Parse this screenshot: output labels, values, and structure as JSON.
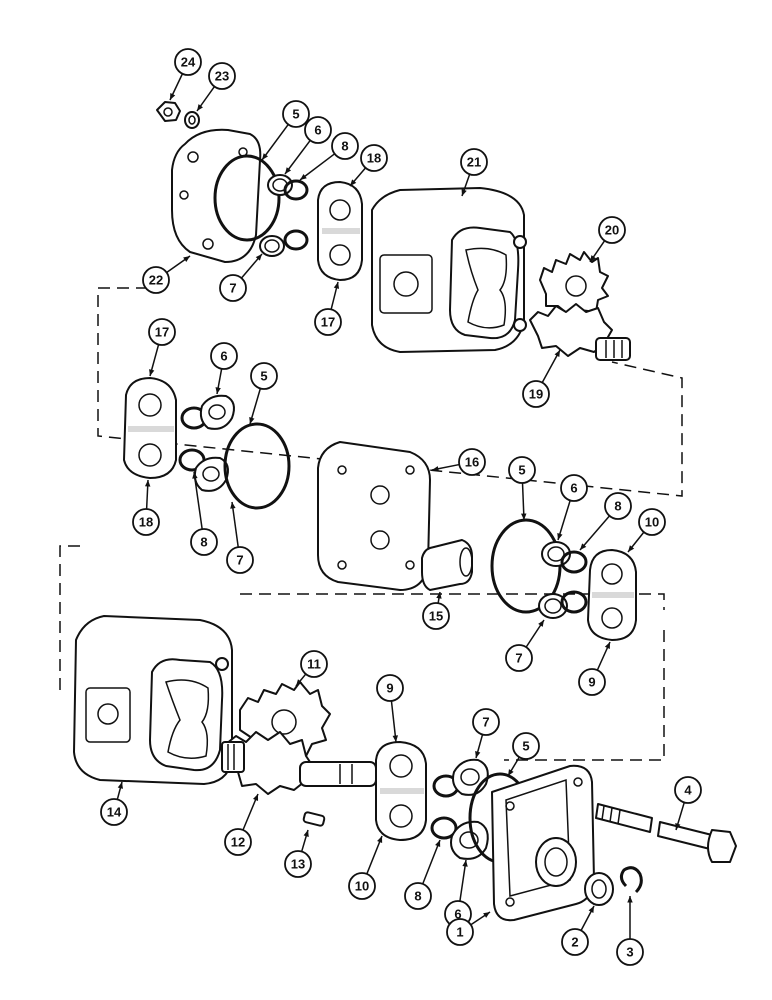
{
  "diagram": {
    "callouts": [
      {
        "id": "c24a",
        "label": "24"
      },
      {
        "id": "c23a",
        "label": "23"
      },
      {
        "id": "c5a",
        "label": "5"
      },
      {
        "id": "c6a",
        "label": "6"
      },
      {
        "id": "c8a",
        "label": "8"
      },
      {
        "id": "c18a",
        "label": "18"
      },
      {
        "id": "c21a",
        "label": "21"
      },
      {
        "id": "c20a",
        "label": "20"
      },
      {
        "id": "c22a",
        "label": "22"
      },
      {
        "id": "c7a",
        "label": "7"
      },
      {
        "id": "c17a",
        "label": "17"
      },
      {
        "id": "c19a",
        "label": "19"
      },
      {
        "id": "c17b",
        "label": "17"
      },
      {
        "id": "c6b",
        "label": "6"
      },
      {
        "id": "c5b",
        "label": "5"
      },
      {
        "id": "c16a",
        "label": "16"
      },
      {
        "id": "c18b",
        "label": "18"
      },
      {
        "id": "c8b",
        "label": "8"
      },
      {
        "id": "c7b",
        "label": "7"
      },
      {
        "id": "c5c",
        "label": "5"
      },
      {
        "id": "c6c",
        "label": "6"
      },
      {
        "id": "c8c",
        "label": "8"
      },
      {
        "id": "c10a",
        "label": "10"
      },
      {
        "id": "c15a",
        "label": "15"
      },
      {
        "id": "c7c",
        "label": "7"
      },
      {
        "id": "c9a",
        "label": "9"
      },
      {
        "id": "c11a",
        "label": "11"
      },
      {
        "id": "c9b",
        "label": "9"
      },
      {
        "id": "c7d",
        "label": "7"
      },
      {
        "id": "c5d",
        "label": "5"
      },
      {
        "id": "c4a",
        "label": "4"
      },
      {
        "id": "c14a",
        "label": "14"
      },
      {
        "id": "c12a",
        "label": "12"
      },
      {
        "id": "c13a",
        "label": "13"
      },
      {
        "id": "c10b",
        "label": "10"
      },
      {
        "id": "c8d",
        "label": "8"
      },
      {
        "id": "c6d",
        "label": "6"
      },
      {
        "id": "c1a",
        "label": "1"
      },
      {
        "id": "c2a",
        "label": "2"
      },
      {
        "id": "c3a",
        "label": "3"
      }
    ]
  }
}
